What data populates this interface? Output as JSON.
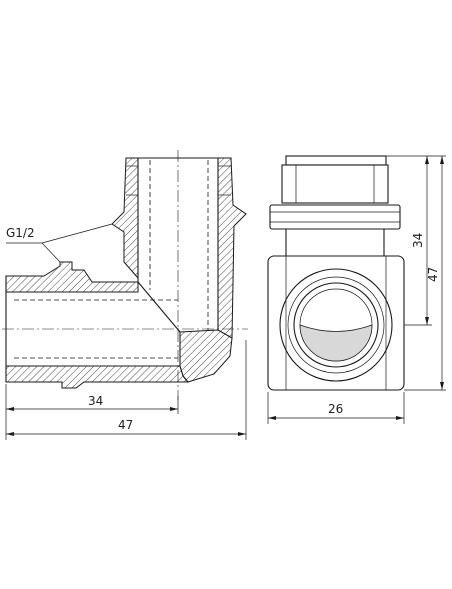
{
  "labels": {
    "thread": "G1/2",
    "dim_side_inner_length": "34",
    "dim_side_total_length": "47",
    "dim_front_width": "26",
    "dim_front_inner_height": "34",
    "dim_front_total_height": "47"
  },
  "colors": {
    "line": "#1a1a1a",
    "background": "#ffffff"
  }
}
